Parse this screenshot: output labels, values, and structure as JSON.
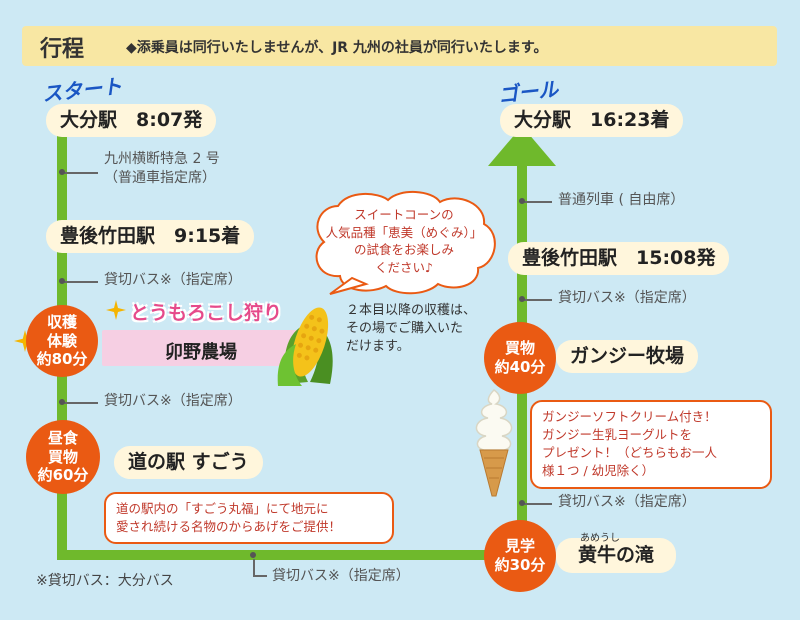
{
  "header": {
    "title": "行程",
    "note": "◆添乗員は同行いたしませんが、JR 九州の社員が同行いたします。"
  },
  "start_label": "スタート",
  "goal_label": "ゴール",
  "left": {
    "s1": "大分駅　8:07発",
    "leg1_line1": "九州横断特急 2 号",
    "leg1_line2": "（普通車指定席）",
    "s2": "豊後竹田駅　9:15着",
    "leg2": "貸切バス※（指定席）",
    "harvest_badge": [
      "収穫",
      "体験",
      "約80分"
    ],
    "harvest_title": "とうもろこし狩り",
    "farm": "卯野農場",
    "leg3": "貸切バス※（指定席）",
    "lunch_badge": [
      "昼食",
      "買物",
      "約60分"
    ],
    "s3": "道の駅 すごう",
    "lunch_bubble": "道の駅内の「すごう丸福」にて地元に\n愛され続ける名物のからあげをご提供！"
  },
  "corn_bubble": "スイートコーンの\n人気品種「恵美（めぐみ）」\nの試食をお楽しみ\nください♪",
  "corn_note": "２本目以降の収穫は、\nその場でご購入いた\nだけます。",
  "bottom": {
    "footnote": "※貸切バス：大分バス",
    "leg": "貸切バス※（指定席）"
  },
  "right": {
    "g1": "大分駅　16:23着",
    "leg1": "普通列車 ( 自由席）",
    "g2": "豊後竹田駅　15:08発",
    "leg2": "貸切バス※（指定席）",
    "shop_badge": [
      "買物",
      "約40分"
    ],
    "farm": "ガンジー牧場",
    "gift_bubble": "ガンジーソフトクリーム付き！\nガンジー生乳ヨーグルトを\nプレゼント！（どちらもお一人\n様１つ / 幼児除く）",
    "leg3": "貸切バス※（指定席）",
    "view_badge": [
      "見学",
      "約30分"
    ],
    "falls_ruby": "あめうし",
    "falls": "黄牛の滝"
  },
  "colors": {
    "route": "#6fb92c",
    "badge": "#ea5a13",
    "station_bg": "#fff6dc",
    "header_bg": "#f8e7a3",
    "background": "#cde9f4",
    "accent_text": "#1a56c4",
    "harvest_title": "#e64a8a"
  }
}
